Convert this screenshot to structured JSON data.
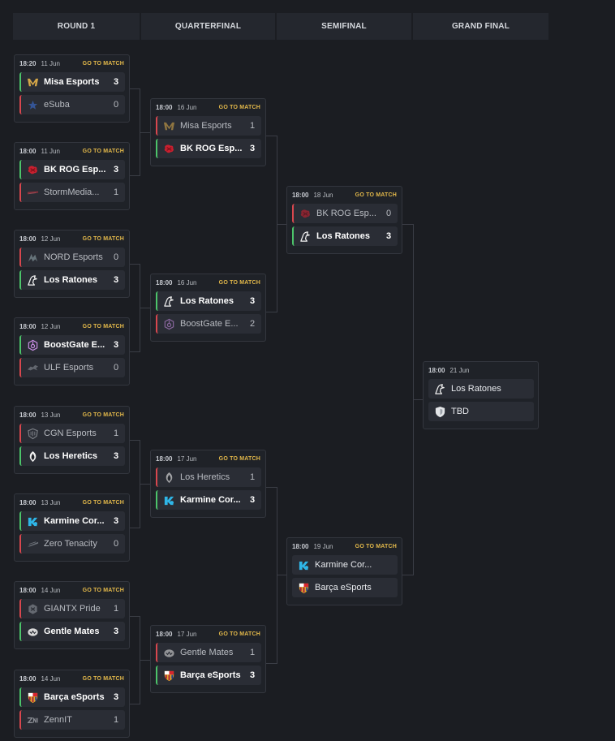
{
  "rounds": [
    "ROUND 1",
    "QUARTERFINAL",
    "SEMIFINAL",
    "GRAND FINAL"
  ],
  "goto_label": "GO TO MATCH",
  "colors": {
    "win": "#4cc46a",
    "lose": "#d8474e",
    "goto": "#e2b84a",
    "background": "#1b1d22"
  },
  "matches": {
    "r1_1": {
      "time": "18:20",
      "date": "11 Jun",
      "team1": {
        "name": "Misa Esports",
        "score": "3",
        "icon": "misa-icon"
      },
      "team2": {
        "name": "eSuba",
        "score": "0",
        "icon": "esuba-icon"
      }
    },
    "r1_2": {
      "time": "18:00",
      "date": "11 Jun",
      "team1": {
        "name": "BK ROG Esp...",
        "score": "3",
        "icon": "bkrog-icon"
      },
      "team2": {
        "name": "StormMedia...",
        "score": "1",
        "icon": "stormmedia-icon"
      }
    },
    "r1_3": {
      "time": "18:00",
      "date": "12 Jun",
      "team1": {
        "name": "NORD Esports",
        "score": "0",
        "icon": "nord-icon"
      },
      "team2": {
        "name": "Los Ratones",
        "score": "3",
        "icon": "los-ratones-icon"
      }
    },
    "r1_4": {
      "time": "18:00",
      "date": "12 Jun",
      "team1": {
        "name": "BoostGate E...",
        "score": "3",
        "icon": "boostgate-icon"
      },
      "team2": {
        "name": "ULF Esports",
        "score": "0",
        "icon": "ulf-icon"
      }
    },
    "r1_5": {
      "time": "18:00",
      "date": "13 Jun",
      "team1": {
        "name": "CGN Esports",
        "score": "1",
        "icon": "cgn-icon"
      },
      "team2": {
        "name": "Los Heretics",
        "score": "3",
        "icon": "heretics-icon"
      }
    },
    "r1_6": {
      "time": "18:00",
      "date": "13 Jun",
      "team1": {
        "name": "Karmine Cor...",
        "score": "3",
        "icon": "karmine-icon"
      },
      "team2": {
        "name": "Zero Tenacity",
        "score": "0",
        "icon": "zero-tenacity-icon"
      }
    },
    "r1_7": {
      "time": "18:00",
      "date": "14 Jun",
      "team1": {
        "name": "GIANTX Pride",
        "score": "1",
        "icon": "giantx-icon"
      },
      "team2": {
        "name": "Gentle Mates",
        "score": "3",
        "icon": "gentle-mates-icon"
      }
    },
    "r1_8": {
      "time": "18:00",
      "date": "14 Jun",
      "team1": {
        "name": "Barça eSports",
        "score": "3",
        "icon": "barca-icon"
      },
      "team2": {
        "name": "ZennIT",
        "score": "1",
        "icon": "zennit-icon"
      }
    },
    "qf_1": {
      "time": "18:00",
      "date": "16 Jun",
      "team1": {
        "name": "Misa Esports",
        "score": "1",
        "icon": "misa-icon"
      },
      "team2": {
        "name": "BK ROG Esp...",
        "score": "3",
        "icon": "bkrog-icon"
      }
    },
    "qf_2": {
      "time": "18:00",
      "date": "16 Jun",
      "team1": {
        "name": "Los Ratones",
        "score": "3",
        "icon": "los-ratones-icon"
      },
      "team2": {
        "name": "BoostGate E...",
        "score": "2",
        "icon": "boostgate-icon"
      }
    },
    "qf_3": {
      "time": "18:00",
      "date": "17 Jun",
      "team1": {
        "name": "Los Heretics",
        "score": "1",
        "icon": "heretics-icon"
      },
      "team2": {
        "name": "Karmine Cor...",
        "score": "3",
        "icon": "karmine-icon"
      }
    },
    "qf_4": {
      "time": "18:00",
      "date": "17 Jun",
      "team1": {
        "name": "Gentle Mates",
        "score": "1",
        "icon": "gentle-mates-icon"
      },
      "team2": {
        "name": "Barça eSports",
        "score": "3",
        "icon": "barca-icon"
      }
    },
    "sf_1": {
      "time": "18:00",
      "date": "18 Jun",
      "team1": {
        "name": "BK ROG Esp...",
        "score": "0",
        "icon": "bkrog-icon"
      },
      "team2": {
        "name": "Los Ratones",
        "score": "3",
        "icon": "los-ratones-icon"
      }
    },
    "sf_2": {
      "time": "18:00",
      "date": "19 Jun",
      "team1": {
        "name": "Karmine Cor...",
        "score": "",
        "icon": "karmine-icon"
      },
      "team2": {
        "name": "Barça eSports",
        "score": "",
        "icon": "barca-icon"
      }
    },
    "gf": {
      "time": "18:00",
      "date": "21 Jun",
      "team1": {
        "name": "Los Ratones",
        "score": "",
        "icon": "los-ratones-icon"
      },
      "team2": {
        "name": "TBD",
        "score": "",
        "icon": "tbd-shield-icon"
      }
    }
  }
}
